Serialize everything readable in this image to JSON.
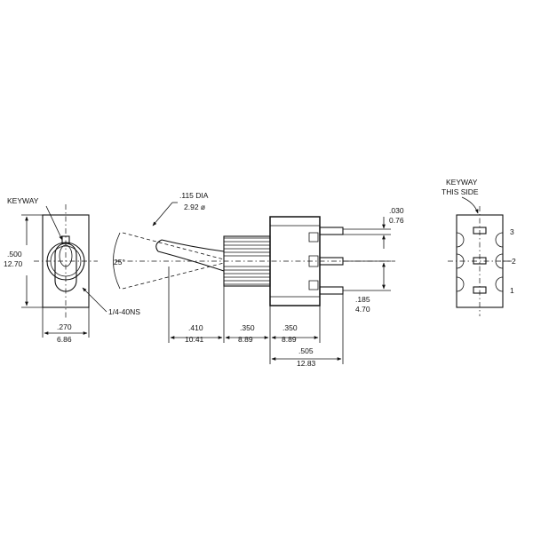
{
  "front_view": {
    "keyway_label": "KEYWAY",
    "height_inch": ".500",
    "height_mm": "12.70",
    "width_inch": ".270",
    "width_mm": "6.86",
    "thread_label": "1/4-40NS"
  },
  "side_view": {
    "handle_dia_inch": ".115 DIA",
    "handle_dia_mm": "2.92 ø",
    "throw_angle": "25°",
    "handle_len_inch": ".410",
    "handle_len_mm": "10.41",
    "bushing_len_inch": ".350",
    "bushing_len_mm": "8.89",
    "body_len_inch": ".350",
    "body_len_mm": "8.89",
    "overall_inch": ".505",
    "overall_mm": "12.83",
    "terminal_thk_inch": ".030",
    "terminal_thk_mm": "0.76",
    "terminal_pitch_inch": ".185",
    "terminal_pitch_mm": "4.70"
  },
  "rear_view": {
    "keyway_line1": "KEYWAY",
    "keyway_line2": "THIS SIDE",
    "pin_1": "1",
    "pin_2": "2",
    "pin_3": "3"
  }
}
